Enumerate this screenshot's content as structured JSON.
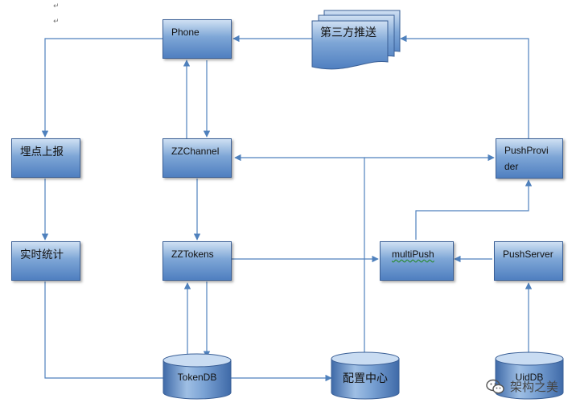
{
  "nodes": {
    "phone": "Phone",
    "third_party_push": "第三方推送",
    "tracking_report": "埋点上报",
    "zzchannel": "ZZChannel",
    "push_provider_line1": "PushProvi",
    "push_provider_line2": "der",
    "realtime_stats": "实时统计",
    "zztokens": "ZZTokens",
    "multipush": "multiPush",
    "push_server": "PushServer",
    "token_db": "TokenDB",
    "config_center": "配置中心",
    "uid_db": "UidDB"
  },
  "watermark": {
    "text": "架构之美"
  },
  "colors": {
    "box_top": "#cfe0f3",
    "box_bottom": "#4f7fc0",
    "arrow": "#4f81bd",
    "border": "#3a5f96"
  }
}
